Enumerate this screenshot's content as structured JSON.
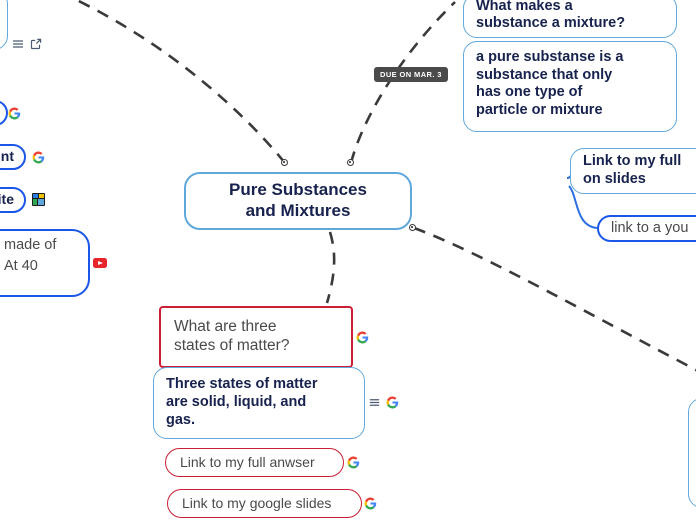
{
  "app": {
    "canvas_background": "#ffffff",
    "root_border_color": "#5fa8dc",
    "idea_border_color": "#62a9dd",
    "link_border_color": "#1a56e8",
    "selected_border_color": "#cc1f35",
    "edge_color": "#3a3a3a",
    "text_navy": "#17224e",
    "text_gray": "#4a4a4a"
  },
  "nodes": {
    "root": {
      "line1": "Pure Substances",
      "line2": "and Mixtures"
    },
    "question_mixture": {
      "line1": "What makes a",
      "line2": "substance a mixture?"
    },
    "answer_pure_substance": {
      "line1": "a pure substanse is a",
      "line2": "substance that only",
      "line3": "has one type of",
      "line4": "particle or mixture"
    },
    "link_slides_right": {
      "line1": "Link to my full",
      "line2": "on slides"
    },
    "link_youtube_right": {
      "text": "link to a you"
    },
    "question_states": {
      "line1": "What are three",
      "line2": "states of matter?"
    },
    "answer_states": {
      "line1": "Three states of matter",
      "line2": "are solid, liquid, and",
      "line3": "gas."
    },
    "link_full_answer": {
      "text": "Link to my full anwser"
    },
    "link_google_slides": {
      "text": "Link to my google slides"
    },
    "left_clipped_pill_1": {
      "text": "nt"
    },
    "left_clipped_pill_2": {
      "text": "ite"
    },
    "left_made_of": {
      "line1": "made of",
      "line2": "At 40"
    }
  },
  "badges": {
    "due": "DUE ON MAR. 3"
  },
  "icons": {
    "notes": "notes-icon",
    "attachment": "external-link-icon",
    "google": "google-icon",
    "youtube": "youtube-icon",
    "image": "image-thumbnail-icon"
  }
}
